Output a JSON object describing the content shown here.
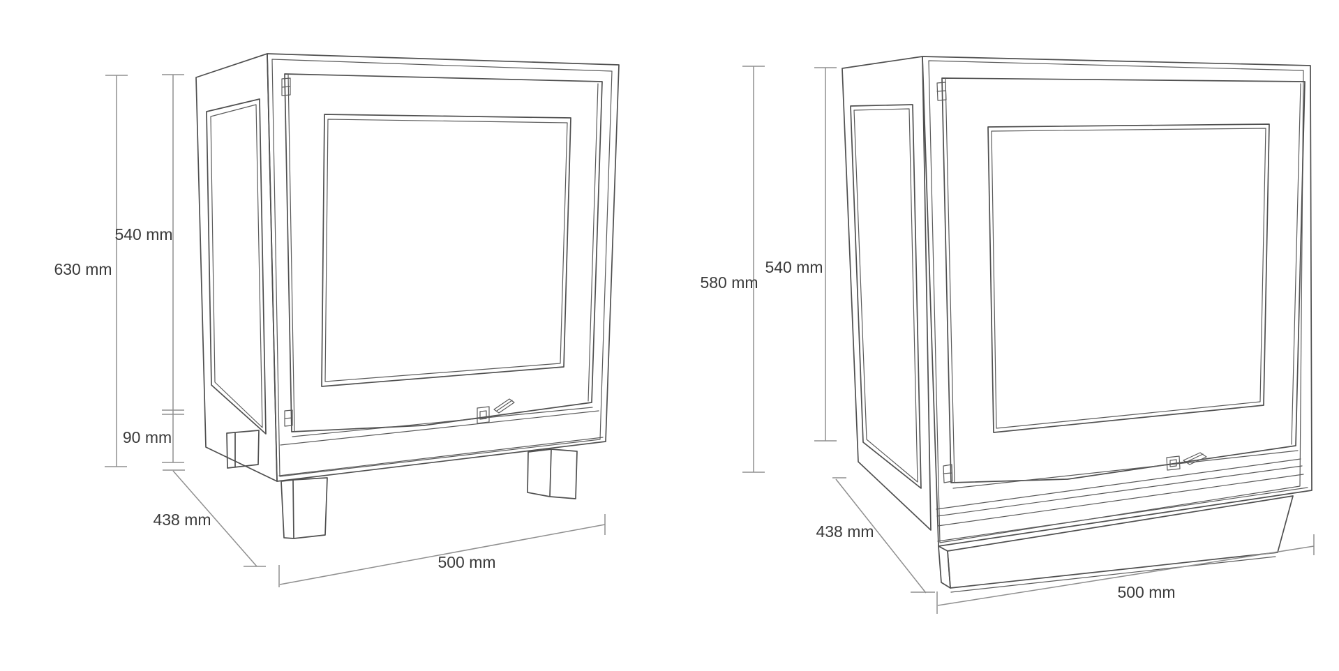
{
  "page": {
    "description": "Technical dimension drawing of two cabinets: left version standing on legs, right version standing on a plinth base",
    "colors": {
      "background": "#ffffff",
      "artwork_line": "#4f4f4f",
      "dimension_line": "#8f8f8f",
      "label_text": "#3a3a3a"
    }
  },
  "left_drawing": {
    "name": "cabinet-on-legs",
    "labels": {
      "total_height": "630 mm",
      "body_height": "540 mm",
      "leg_height": "90 mm",
      "depth": "438 mm",
      "width": "500 mm"
    }
  },
  "right_drawing": {
    "name": "cabinet-on-plinth",
    "labels": {
      "total_height": "580 mm",
      "body_height": "540 mm",
      "depth": "438 mm",
      "width": "500 mm"
    }
  }
}
